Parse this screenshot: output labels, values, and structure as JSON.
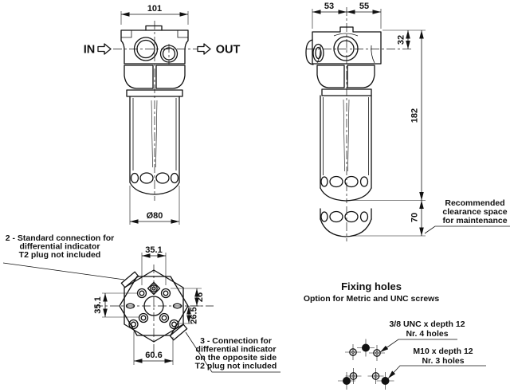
{
  "front_view": {
    "dim_width": "101",
    "in_label": "IN",
    "out_label": "OUT",
    "dim_diameter": "Ø80"
  },
  "side_view": {
    "dim_left_port": "53",
    "dim_right_port": "55",
    "dim_port_height": "32",
    "dim_body_height": "182",
    "dim_clearance": "70",
    "clearance_note_lines": [
      "Recommended",
      "clearance space",
      "for maintenance"
    ]
  },
  "bottom_view": {
    "dim_top_bolts": "35.1",
    "dim_left_bolts": "35.1",
    "dim_right_upper": "26",
    "dim_right_lower": "26.5",
    "dim_bottom_width": "60.6",
    "note_standard_lines": [
      "2 - Standard connection for",
      "differential indicator",
      "T2 plug not included"
    ],
    "note_opposite_lines": [
      "3 - Connection for",
      "differential indicator",
      "on the opposite side",
      "T2 plug not included"
    ]
  },
  "fixing_holes": {
    "title": "Fixing holes",
    "subtitle": "Option for Metric and UNC screws",
    "unc_note_lines": [
      "3/8 UNC x depth 12",
      "Nr. 4 holes"
    ],
    "m10_note_lines": [
      "M10 x depth 12",
      "Nr. 3 holes"
    ]
  },
  "colors": {
    "line": "#111111",
    "background": "#ffffff"
  }
}
